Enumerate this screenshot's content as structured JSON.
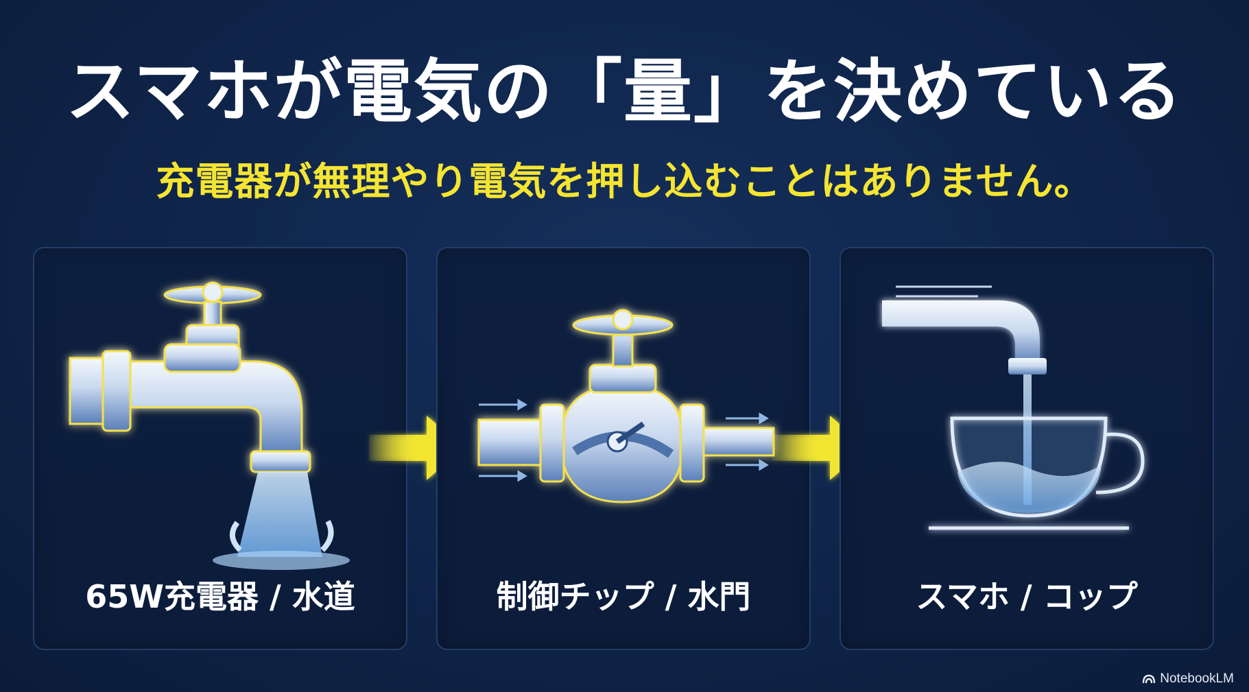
{
  "header": {
    "title": "スマホが電気の「量」を決めている",
    "subtitle": "充電器が無理やり電気を押し込むことはありません。"
  },
  "panels": [
    {
      "label": "65W充電器 / 水道",
      "icon": "faucet-icon"
    },
    {
      "label": "制御チップ / 水門",
      "icon": "valve-icon"
    },
    {
      "label": "スマホ / コップ",
      "icon": "cup-icon"
    }
  ],
  "arrows": [
    "arrow-right-icon",
    "arrow-right-icon"
  ],
  "brand": {
    "name": "NotebookLM",
    "icon": "notebooklm-logo-icon"
  },
  "colors": {
    "background": "#0f2449",
    "title": "#ffffff",
    "subtitle": "#f5e532",
    "arrow": "#f2e533",
    "glow": "#f5e14a",
    "pipe": "#dfe8f5",
    "water": "#9cc8f0"
  }
}
